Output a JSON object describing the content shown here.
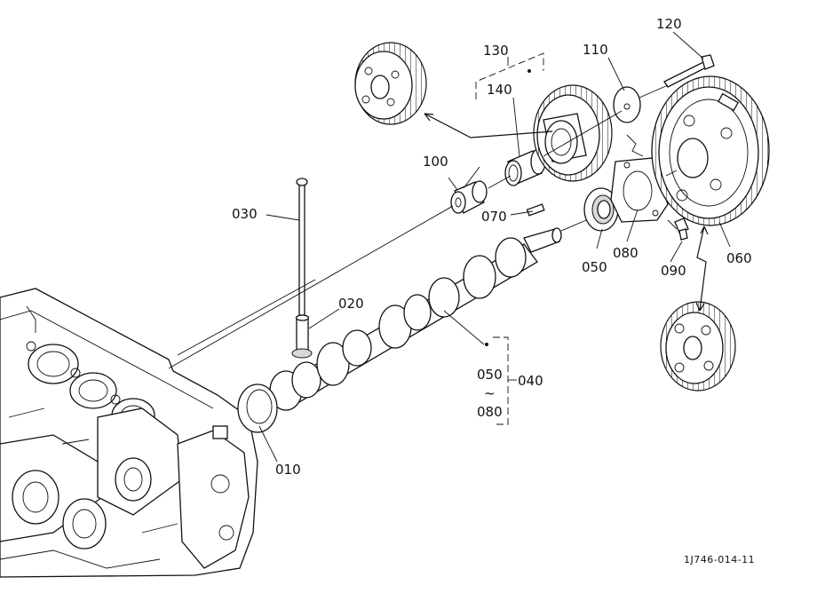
{
  "labels": {
    "p010": "010",
    "p020": "020",
    "p030": "030",
    "p040": "040",
    "p050": "050",
    "p050_range": "050",
    "p060": "060",
    "p070": "070",
    "p080": "080",
    "p080_range": "080",
    "p090": "090",
    "p100": "100",
    "p110": "110",
    "p120": "120",
    "p130": "130",
    "p140": "140",
    "range_tilde": "~"
  },
  "drawing_code": "1J746-014-11"
}
